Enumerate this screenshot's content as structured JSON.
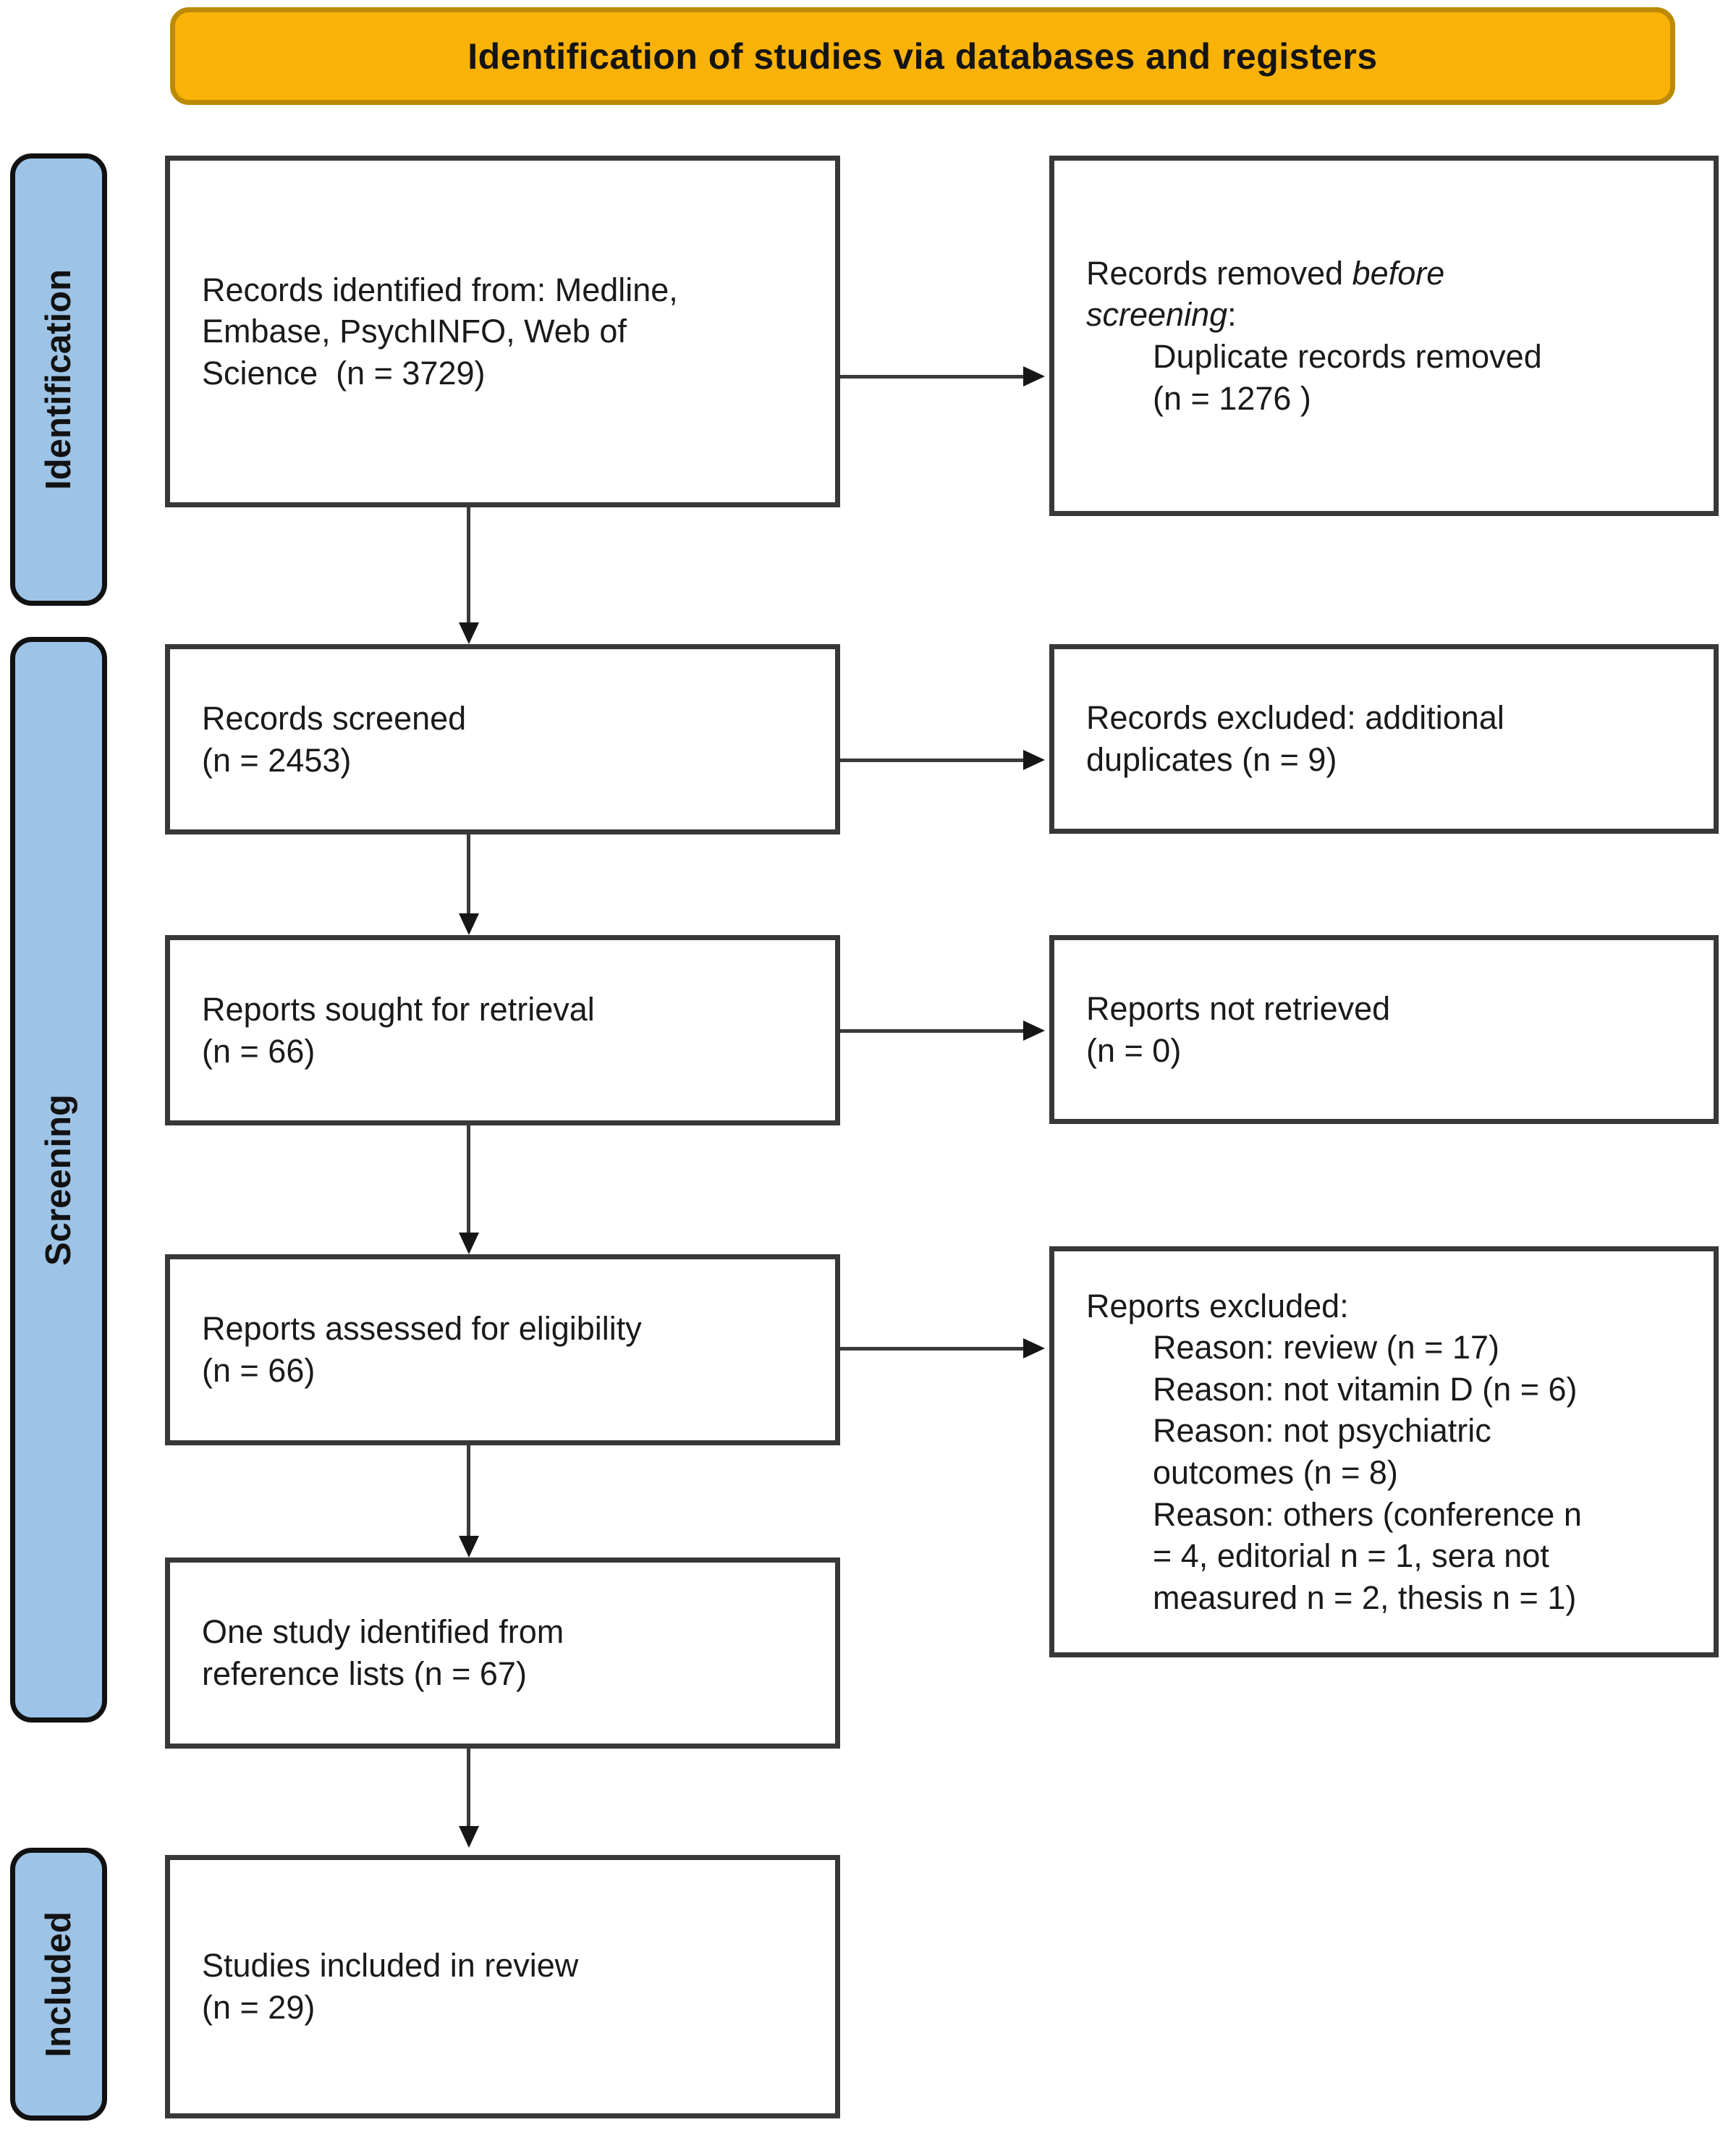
{
  "banner": {
    "title": "Identification of studies via databases and registers"
  },
  "sidebar": {
    "stages": [
      "Identification",
      "Screening",
      "Included"
    ]
  },
  "boxes": {
    "records_identified": {
      "text": "Records identified from: Medline,\nEmbase, PsychINFO, Web of\nScience  (n = 3729)"
    },
    "records_removed": {
      "prefix": "Records removed ",
      "italic": "before\nscreening",
      "suffix": ":",
      "detail": "Duplicate records removed\n(n = 1276 )"
    },
    "records_screened": {
      "text": "Records screened\n(n = 2453)"
    },
    "records_excluded": {
      "text": "Records excluded: additional\nduplicates (n = 9)"
    },
    "reports_sought": {
      "text": "Reports sought for retrieval\n(n = 66)"
    },
    "reports_not_retrieved": {
      "text": "Reports not retrieved\n(n = 0)"
    },
    "reports_assessed": {
      "text": "Reports assessed for eligibility\n(n = 66)"
    },
    "reports_excluded": {
      "title": "Reports excluded:",
      "reasons": [
        "Reason: review (n = 17)",
        "Reason: not vitamin D (n = 6)",
        "Reason: not psychiatric\noutcomes (n = 8)",
        "Reason: others (conference n\n= 4, editorial n = 1, sera not\nmeasured n = 2, thesis n = 1)"
      ]
    },
    "study_from_references": {
      "text": "One study identified from\nreference lists (n = 67)"
    },
    "studies_included": {
      "text": "Studies included in review\n(n = 29)"
    }
  },
  "colors": {
    "banner_fill": "#F9B208",
    "banner_border": "#BD8A05",
    "stage_fill": "#9DC3E6",
    "stage_border": "#111111",
    "box_border": "#383838",
    "arrow_color": "#3A3A3A"
  }
}
